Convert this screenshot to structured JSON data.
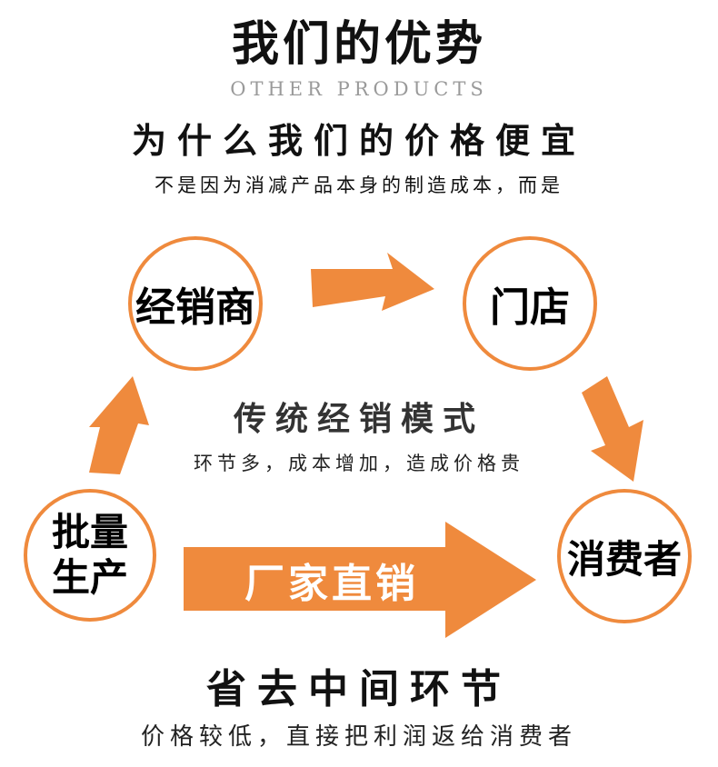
{
  "header": {
    "title": "我们的优势",
    "subtitle_en": "OTHER PRODUCTS",
    "question": "为什么我们的价格便宜",
    "reason": "不是因为消减产品本身的制造成本，而是"
  },
  "diagram": {
    "nodes": {
      "distributor": "经销商",
      "store": "门店",
      "producer_line1": "批量",
      "producer_line2": "生产",
      "consumer": "消费者"
    },
    "traditional_mode": {
      "title": "传统经销模式",
      "description": "环节多，成本增加，造成价格贵"
    },
    "direct_label": "厂家直销"
  },
  "footer": {
    "title": "省去中间环节",
    "description": "价格较低，直接把利润返给消费者"
  },
  "colors": {
    "accent": "#ef8a3d",
    "text": "#111111",
    "muted": "#9a9a9a"
  }
}
